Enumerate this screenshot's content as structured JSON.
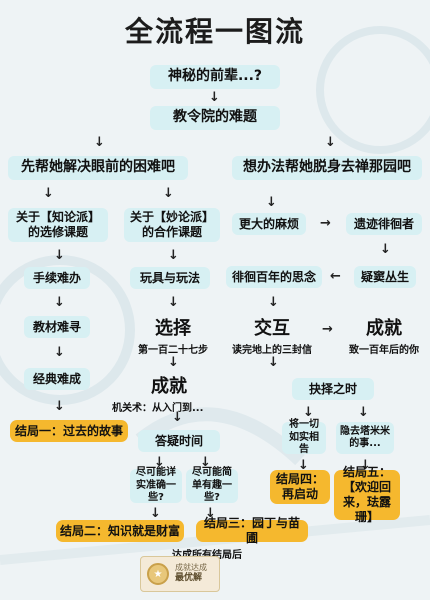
{
  "title": "全流程一图流",
  "nodes": {
    "n1": "神秘的前辈...?",
    "n2": "教令院的难题",
    "left_branch": "先帮她解决眼前的困难吧",
    "right_branch": "想办法帮她脱身去禅那园吧",
    "zhilun": "关于【知论派】的选修课题",
    "miaolun": "关于【妙论派】的合作课题",
    "shouxu": "手续难办",
    "jiaocai": "教材难寻",
    "jingdian": "经典难成",
    "ending1": "结局一：过去的故事",
    "wanju": "玩具与玩法",
    "mafan": "更大的麻烦",
    "zhuiji": "遗迹徘徊者",
    "yidou": "疑窦丛生",
    "sinian": "徘徊百年的思念",
    "choose_title": "选择",
    "choose_sub": "第一百二十七步",
    "achieve1_title": "成就",
    "achieve1_sub": "机关术：从入门到...",
    "interact_title": "交互",
    "interact_sub": "读完地上的三封信",
    "achieve2_title": "成就",
    "achieve2_sub": "致一百年后的你",
    "dayi": "答疑时间",
    "q1": "尽可能详实准确一些?",
    "q2": "尽可能简单有趣一些?",
    "ending2": "结局二：知识就是财富",
    "ending3": "结局三：园丁与苗圃",
    "jueze": "抉择之时",
    "c1": "将一切如实相告",
    "c2": "隐去塔米米的事...",
    "ending4": "结局四：再启动",
    "ending5": "结局五：【欢迎回来，珐露珊】",
    "all_endings": "达成所有结局后",
    "badge_line1": "成就达成",
    "badge_line2": "最优解"
  },
  "arrows": {
    "down": "↓",
    "right": "→",
    "left": "←"
  },
  "colors": {
    "box": "#d7f0f3",
    "ending": "#f5b82e",
    "background": "#eef3f5"
  }
}
